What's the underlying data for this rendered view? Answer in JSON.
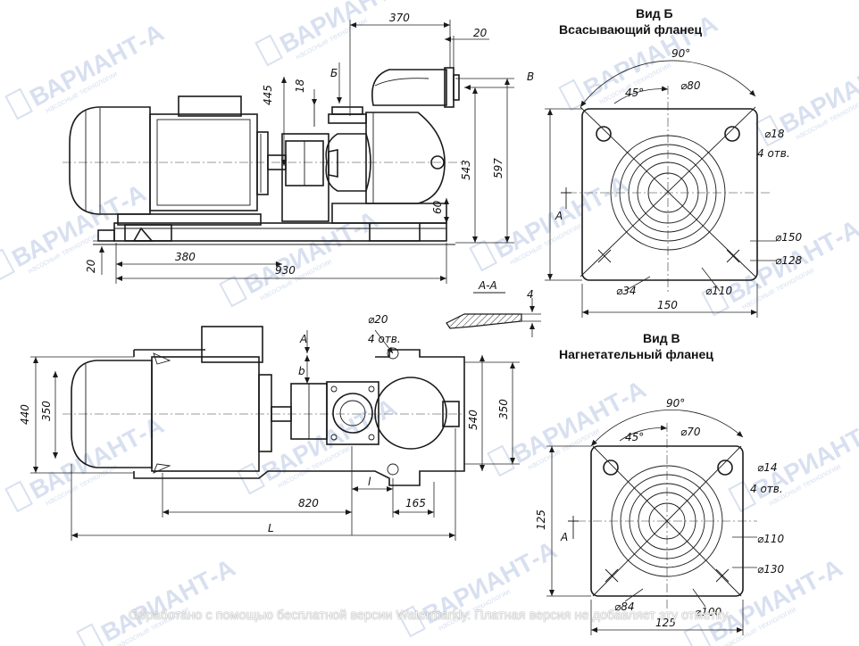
{
  "views": {
    "view_b_title": "Вид Б",
    "view_b_subtitle": "Всасывающий фланец",
    "view_v_title": "Вид В",
    "view_v_subtitle": "Нагнетательный фланец",
    "section_label": "А-А"
  },
  "dimensions_side": {
    "d370": "370",
    "d20_top": "20",
    "d_b": "Б",
    "d_v": "В",
    "d445": "445",
    "d18": "18",
    "d597": "597",
    "d543": "543",
    "d60": "60",
    "d20_left": "20",
    "d380": "380",
    "d930": "930"
  },
  "dimensions_flange_b": {
    "a90": "90°",
    "a45": "45°",
    "phi80": "⌀80",
    "phi18": "⌀18",
    "holes": "4 отв.",
    "phi150": "⌀150",
    "phi128": "⌀128",
    "phi34": "⌀34",
    "phi110": "⌀110",
    "w150": "150",
    "a_mark": "А"
  },
  "dimensions_section": {
    "d4": "4"
  },
  "dimensions_plan": {
    "phi20": "⌀20",
    "holes": "4 отв.",
    "a_mark": "А",
    "b_mark": "b",
    "d440": "440",
    "d350_left": "350",
    "d540": "540",
    "d350_right": "350",
    "d820": "820",
    "l": "l",
    "d165": "165",
    "L": "L"
  },
  "dimensions_flange_v": {
    "a90": "90°",
    "a45": "45°",
    "phi70": "⌀70",
    "phi14": "⌀14",
    "holes": "4 отв.",
    "d125_left": "125",
    "d125_bottom": "125",
    "phi110": "⌀110",
    "phi130": "⌀130",
    "phi84": "⌀84",
    "phi100": "⌀100",
    "a_mark": "А"
  },
  "watermark": {
    "brand": "ВАРИАНТ-А",
    "tagline": "насосные технологии"
  },
  "footer_text": "Обработано с помощью бесплатной версии Watermarkly. Платная версия не добавляет эту отметку."
}
